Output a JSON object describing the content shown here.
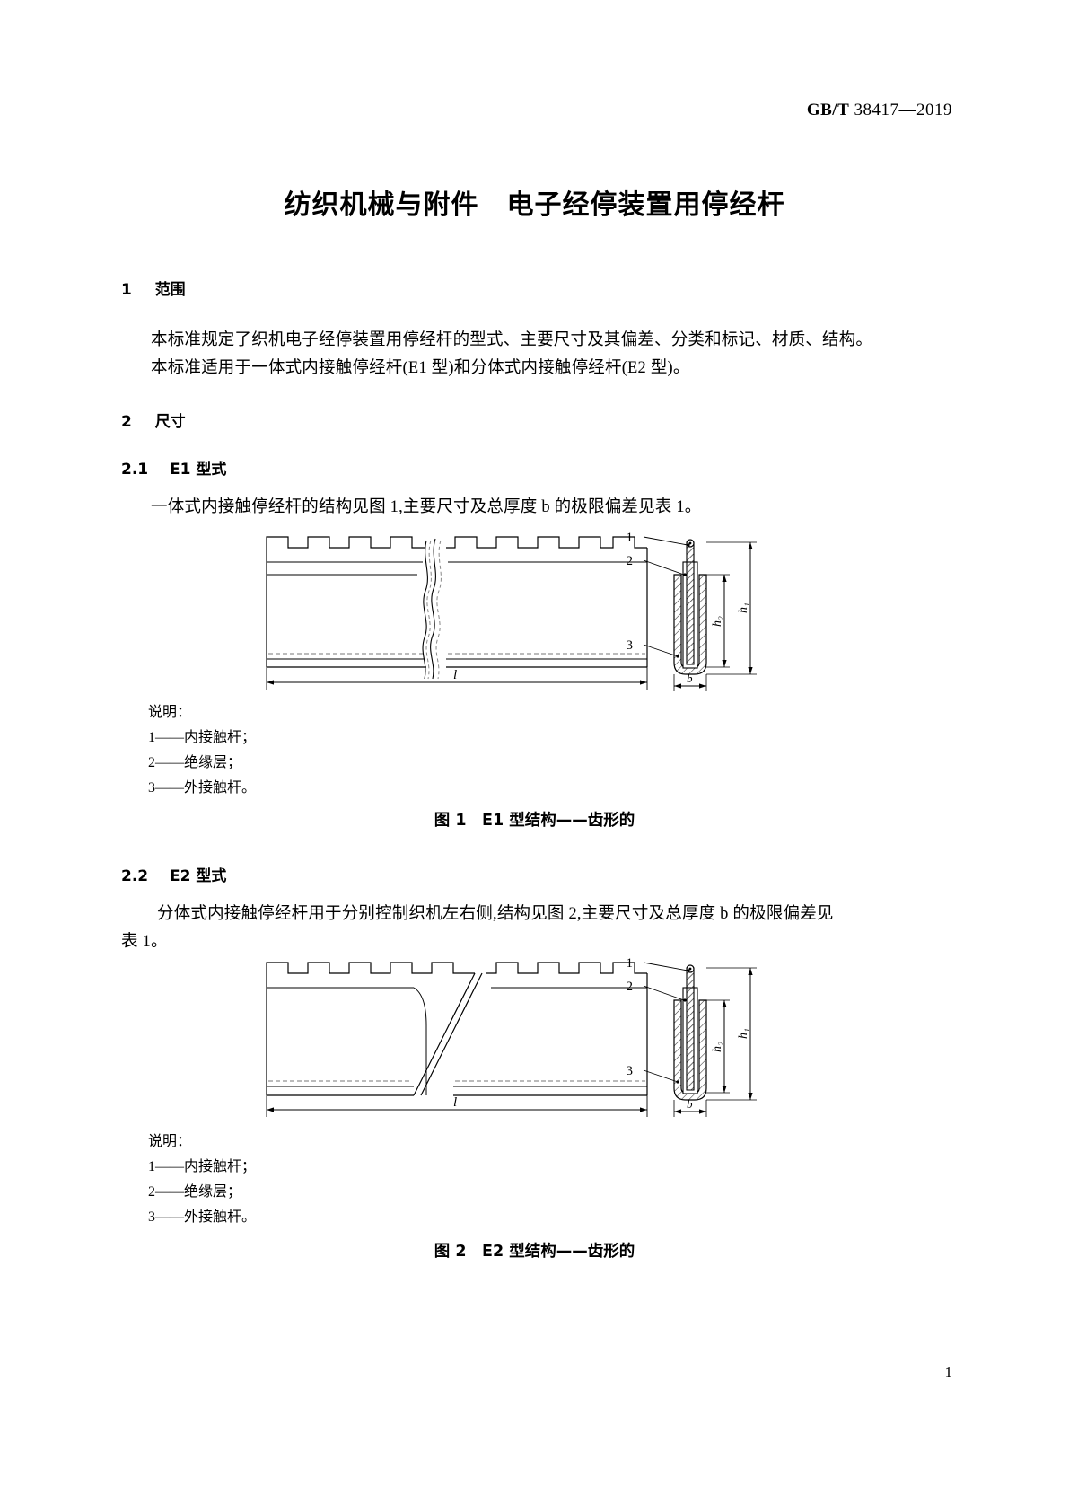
{
  "header": {
    "standard_prefix": "GB/T",
    "standard_number": "38417—2019"
  },
  "title": "纺织机械与附件　电子经停装置用停经杆",
  "sections": {
    "scope": {
      "number": "1",
      "heading": "范围",
      "para1": "本标准规定了织机电子经停装置用停经杆的型式、主要尺寸及其偏差、分类和标记、材质、结构。",
      "para2": "本标准适用于一体式内接触停经杆(E1 型)和分体式内接触停经杆(E2 型)。"
    },
    "dimensions": {
      "number": "2",
      "heading": "尺寸"
    },
    "e1": {
      "number": "2.1",
      "heading": "E1 型式",
      "para": "一体式内接触停经杆的结构见图 1,主要尺寸及总厚度 b 的极限偏差见表 1。"
    },
    "e2": {
      "number": "2.2",
      "heading": "E2 型式",
      "para_line1": "分体式内接触停经杆用于分别控制织机左右侧,结构见图 2,主要尺寸及总厚度 b 的极限偏差见",
      "para_line2": "表 1。"
    }
  },
  "figure1": {
    "legend_title": "说明：",
    "legend_items": [
      "1——内接触杆；",
      "2——绝缘层；",
      "3——外接触杆。"
    ],
    "caption": "图 1　E1 型结构——齿形的",
    "callouts": [
      "1",
      "2",
      "3"
    ],
    "dimensions": {
      "length": "l",
      "height_total": "h₁",
      "height_inner": "h₂",
      "thickness": "b"
    }
  },
  "figure2": {
    "legend_title": "说明：",
    "legend_items": [
      "1——内接触杆；",
      "2——绝缘层；",
      "3——外接触杆。"
    ],
    "caption": "图 2　E2 型结构——齿形的",
    "callouts": [
      "1",
      "2",
      "3"
    ],
    "dimensions": {
      "length": "l",
      "height_total": "h₁",
      "height_inner": "h₂",
      "thickness": "b"
    }
  },
  "page_number": "1",
  "colors": {
    "ink": "#000000",
    "paper": "#ffffff",
    "hatch": "#555555"
  }
}
